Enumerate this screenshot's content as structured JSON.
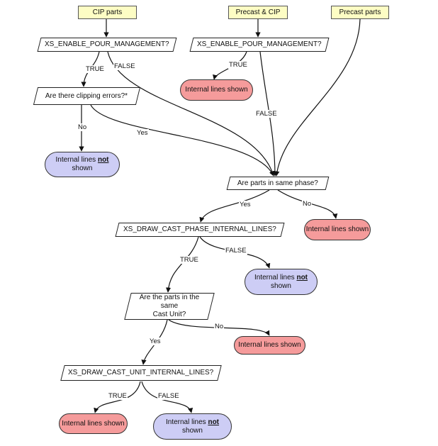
{
  "starts": {
    "cip": "CIP parts",
    "precast_cip": "Precast & CIP",
    "precast": "Precast parts"
  },
  "decisions": {
    "pour_mgmt_left": "XS_ENABLE_POUR_MANAGEMENT?",
    "pour_mgmt_right": "XS_ENABLE_POUR_MANAGEMENT?",
    "clipping": "Are there clipping errors?*",
    "same_phase": "Are parts in same phase?",
    "cast_phase": "XS_DRAW_CAST_PHASE_INTERNAL_LINES?",
    "same_cast_unit_line1": "Are the parts in the same",
    "same_cast_unit_line2": "Cast Unit?",
    "cast_unit": "XS_DRAW_CAST_UNIT_INTERNAL_LINES?"
  },
  "outcomes": {
    "shown": "Internal lines shown",
    "not_shown_prefix": "Internal lines ",
    "not_shown_emph": "not",
    "not_shown_suffix": "shown"
  },
  "edge_labels": {
    "true": "TRUE",
    "false": "FALSE",
    "yes": "Yes",
    "no": "No"
  },
  "colors": {
    "start_fill": "#fdfdc4",
    "shown_fill": "#f59b9b",
    "not_shown_fill": "#cdcdf5"
  }
}
